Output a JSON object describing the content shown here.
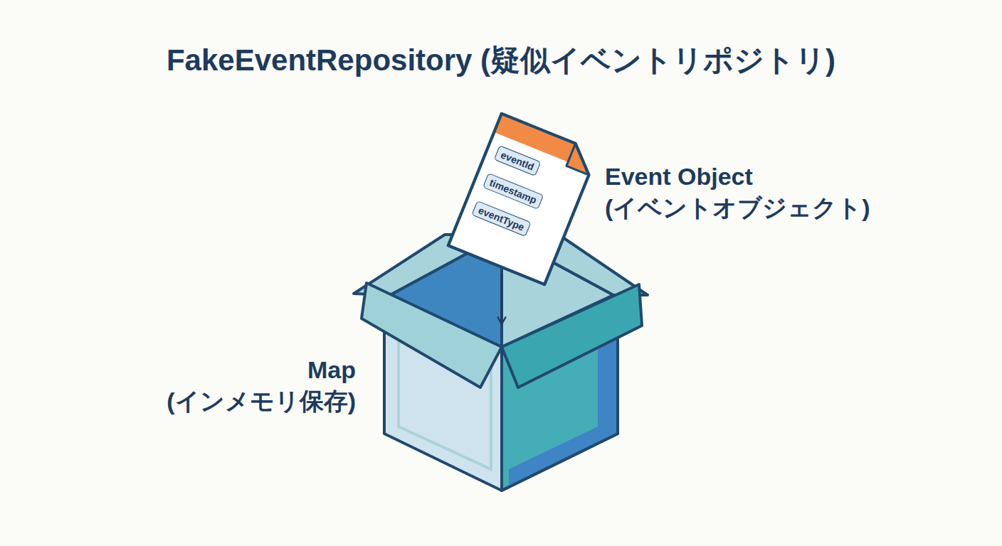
{
  "diagram": {
    "title": "FakeEventRepository (疑似イベントリポジトリ)",
    "nodes": [
      {
        "text": [
          "Event Object (イベントオブジェクト)"
        ]
      },
      {
        "text": [
          "eventId"
        ],
        "in": 0
      },
      {
        "text": [
          "timestamp"
        ],
        "in": 0
      },
      {
        "text": [
          "eventType"
        ],
        "in": 0
      },
      {
        "text": [
          "Map (インメモリ保存)"
        ]
      }
    ],
    "edges": [
      {
        "from": 0,
        "to": 4,
        "arrow": "to"
      }
    ]
  }
}
